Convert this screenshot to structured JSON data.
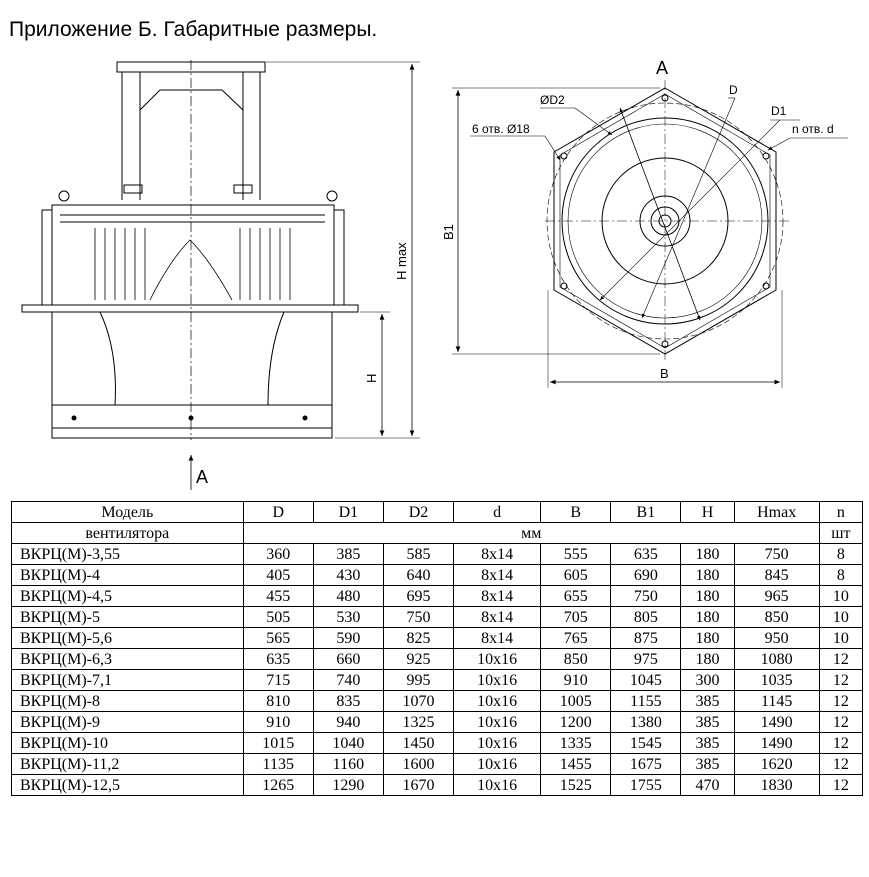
{
  "title": "Приложение Б. Габаритные размеры.",
  "drawing": {
    "side_view": {
      "label_hmax": "H max",
      "label_h": "H",
      "label_a": "A"
    },
    "top_view": {
      "label_a": "A",
      "label_d2": "ØD2",
      "label_d": "D",
      "label_d1": "D1",
      "label_holes_small": "6 отв. Ø18",
      "label_holes_n": "n отв. d",
      "label_b1": "B1",
      "label_b": "B"
    }
  },
  "table": {
    "header_model_line1": "Модель",
    "header_model_line2": "вентилятора",
    "columns": [
      "D",
      "D1",
      "D2",
      "d",
      "B",
      "B1",
      "H",
      "Hmax",
      "n"
    ],
    "unit_mm": "мм",
    "unit_pcs": "шт",
    "rows": [
      {
        "model": "ВКРЦ(М)-3,55",
        "D": "360",
        "D1": "385",
        "D2": "585",
        "d": "8x14",
        "B": "555",
        "B1": "635",
        "H": "180",
        "Hmax": "750",
        "n": "8"
      },
      {
        "model": "ВКРЦ(М)-4",
        "D": "405",
        "D1": "430",
        "D2": "640",
        "d": "8x14",
        "B": "605",
        "B1": "690",
        "H": "180",
        "Hmax": "845",
        "n": "8"
      },
      {
        "model": "ВКРЦ(М)-4,5",
        "D": "455",
        "D1": "480",
        "D2": "695",
        "d": "8x14",
        "B": "655",
        "B1": "750",
        "H": "180",
        "Hmax": "965",
        "n": "10"
      },
      {
        "model": "ВКРЦ(М)-5",
        "D": "505",
        "D1": "530",
        "D2": "750",
        "d": "8x14",
        "B": "705",
        "B1": "805",
        "H": "180",
        "Hmax": "850",
        "n": "10"
      },
      {
        "model": "ВКРЦ(М)-5,6",
        "D": "565",
        "D1": "590",
        "D2": "825",
        "d": "8x14",
        "B": "765",
        "B1": "875",
        "H": "180",
        "Hmax": "950",
        "n": "10"
      },
      {
        "model": "ВКРЦ(М)-6,3",
        "D": "635",
        "D1": "660",
        "D2": "925",
        "d": "10x16",
        "B": "850",
        "B1": "975",
        "H": "180",
        "Hmax": "1080",
        "n": "12"
      },
      {
        "model": "ВКРЦ(М)-7,1",
        "D": "715",
        "D1": "740",
        "D2": "995",
        "d": "10x16",
        "B": "910",
        "B1": "1045",
        "H": "300",
        "Hmax": "1035",
        "n": "12"
      },
      {
        "model": "ВКРЦ(М)-8",
        "D": "810",
        "D1": "835",
        "D2": "1070",
        "d": "10x16",
        "B": "1005",
        "B1": "1155",
        "H": "385",
        "Hmax": "1145",
        "n": "12"
      },
      {
        "model": "ВКРЦ(М)-9",
        "D": "910",
        "D1": "940",
        "D2": "1325",
        "d": "10x16",
        "B": "1200",
        "B1": "1380",
        "H": "385",
        "Hmax": "1490",
        "n": "12"
      },
      {
        "model": "ВКРЦ(М)-10",
        "D": "1015",
        "D1": "1040",
        "D2": "1450",
        "d": "10x16",
        "B": "1335",
        "B1": "1545",
        "H": "385",
        "Hmax": "1490",
        "n": "12"
      },
      {
        "model": "ВКРЦ(М)-11,2",
        "D": "1135",
        "D1": "1160",
        "D2": "1600",
        "d": "10x16",
        "B": "1455",
        "B1": "1675",
        "H": "385",
        "Hmax": "1620",
        "n": "12"
      },
      {
        "model": "ВКРЦ(М)-12,5",
        "D": "1265",
        "D1": "1290",
        "D2": "1670",
        "d": "10x16",
        "B": "1525",
        "B1": "1755",
        "H": "470",
        "Hmax": "1830",
        "n": "12"
      }
    ]
  }
}
